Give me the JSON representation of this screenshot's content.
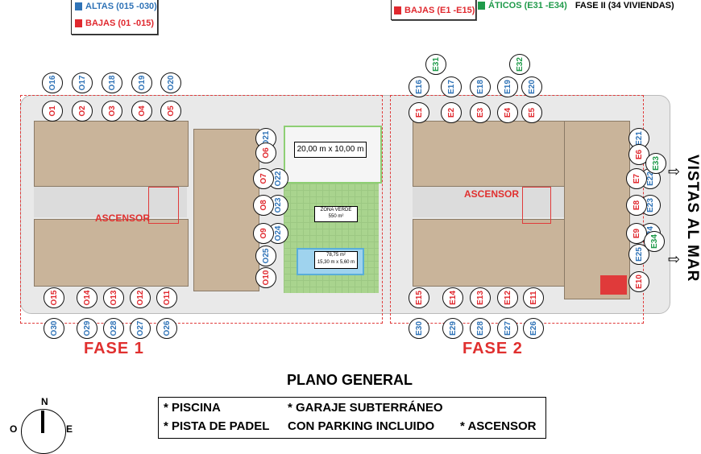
{
  "legend_left": {
    "items": [
      {
        "label": "ALTAS (015 -030)",
        "color": "#2f73b7"
      },
      {
        "label": "BAJAS (01 -015)",
        "color": "#e0282e"
      }
    ]
  },
  "legend_right": {
    "items": [
      {
        "label": "ÁTICOS (E31 -E34)",
        "color": "#1f9a4a"
      },
      {
        "label": "BAJAS (E1 -E15)",
        "color": "#e0282e"
      }
    ],
    "note": "FASE II (34 VIVIENDAS)"
  },
  "colors": {
    "altas": "#2f73b7",
    "bajas": "#e0282e",
    "aticos": "#1f9a4a",
    "phase_border": "#e03a3a"
  },
  "site": {
    "court_label": "20,00 m x 10,00 m",
    "green_zone": {
      "name": "ZONA VERDE",
      "area": "550 m²"
    },
    "pool": {
      "area": "78,75 m²",
      "dims": "15,30 m x 5,60 m"
    },
    "elevator_label_1": "ASCENSOR",
    "elevator_label_2": "ASCENSOR",
    "phase1_label": "FASE 1",
    "phase2_label": "FASE 2",
    "sea_view": "VISTAS AL MAR"
  },
  "unit_labels": {
    "altas": [
      "O16",
      "O17",
      "O18",
      "O19",
      "O20",
      "O21",
      "O22",
      "O23",
      "O24",
      "O25",
      "O30",
      "O29",
      "O28",
      "O27",
      "O26",
      "E16",
      "E17",
      "E18",
      "E19",
      "E20",
      "E21",
      "E22",
      "E23",
      "E24",
      "E25",
      "E30",
      "E29",
      "E28",
      "E27",
      "E26"
    ],
    "bajas": [
      "O1",
      "O2",
      "O3",
      "O4",
      "O5",
      "O6",
      "O7",
      "O8",
      "O9",
      "O10",
      "O15",
      "O14",
      "O13",
      "O12",
      "O11",
      "E1",
      "E2",
      "E3",
      "E4",
      "E5",
      "E6",
      "E7",
      "E8",
      "E9",
      "E10",
      "E15",
      "E14",
      "E13",
      "E12",
      "E11"
    ],
    "aticos": [
      "E31",
      "E32",
      "E33",
      "E34"
    ]
  },
  "footer": {
    "title": "PLANO GENERAL",
    "features_line1_a": "* PISCINA",
    "features_line1_b": "* GARAJE SUBTERRÁNEO",
    "features_line2_a": "* PISTA DE PADEL",
    "features_line2_b": "CON PARKING INCLUIDO",
    "features_line2_c": "* ASCENSOR"
  },
  "compass": {
    "n": "N",
    "w": "O",
    "e": "E"
  }
}
